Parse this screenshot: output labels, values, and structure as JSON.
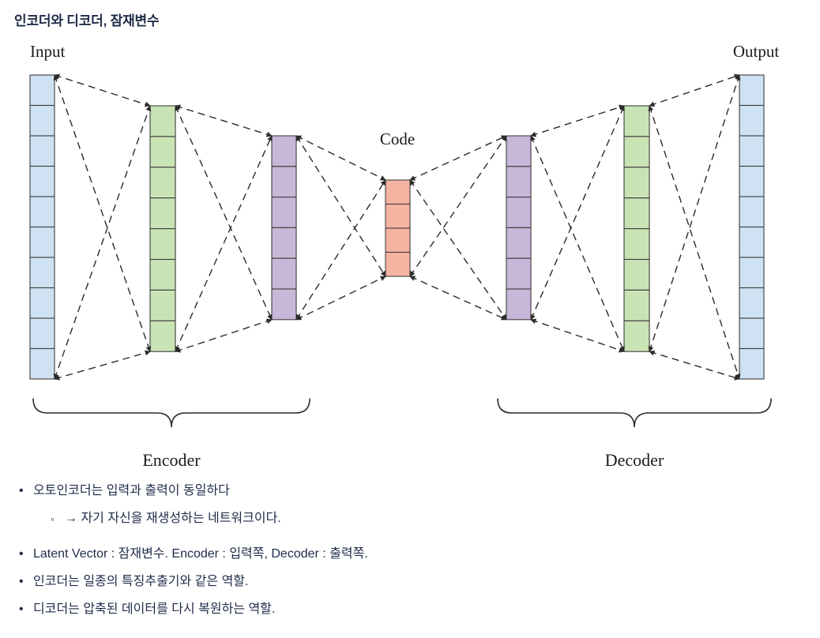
{
  "title": "인코더와 디코더, 잠재변수",
  "colors": {
    "text": "#1e2b48",
    "line": "#2b2b2b",
    "cell_border": "#3d3d3d",
    "input_blue": "#cfe2f3",
    "hidden_green": "#c9e4b4",
    "hidden_purple": "#c8b7d8",
    "code_red": "#f5b3a2"
  },
  "diagram": {
    "input_label": "Input",
    "output_label": "Output",
    "code_label": "Code",
    "encoder_label": "Encoder",
    "decoder_label": "Decoder",
    "layers": [
      {
        "name": "input",
        "cells": 10,
        "color": "#cfe2f3"
      },
      {
        "name": "enc-hidden-1",
        "cells": 8,
        "color": "#c9e4b4"
      },
      {
        "name": "enc-hidden-2",
        "cells": 6,
        "color": "#c8b7d8"
      },
      {
        "name": "code",
        "cells": 4,
        "color": "#f5b3a2"
      },
      {
        "name": "dec-hidden-2",
        "cells": 6,
        "color": "#c8b7d8"
      },
      {
        "name": "dec-hidden-1",
        "cells": 8,
        "color": "#c9e4b4"
      },
      {
        "name": "output",
        "cells": 10,
        "color": "#cfe2f3"
      }
    ]
  },
  "bullets": [
    {
      "level": 1,
      "text": "오토인코더는 입력과 출력이 동일하다"
    },
    {
      "level": 2,
      "text": "→ 자기 자신을 재생성하는 네트워크이다."
    },
    {
      "level": 1,
      "text": "Latent Vector : 잠재변수. Encoder : 입력쪽, Decoder : 출력쪽."
    },
    {
      "level": 1,
      "text": "인코더는 일종의 특징추출기와 같은 역할."
    },
    {
      "level": 1,
      "text": "디코더는 압축된 데이터를 다시 복원하는 역할."
    }
  ]
}
